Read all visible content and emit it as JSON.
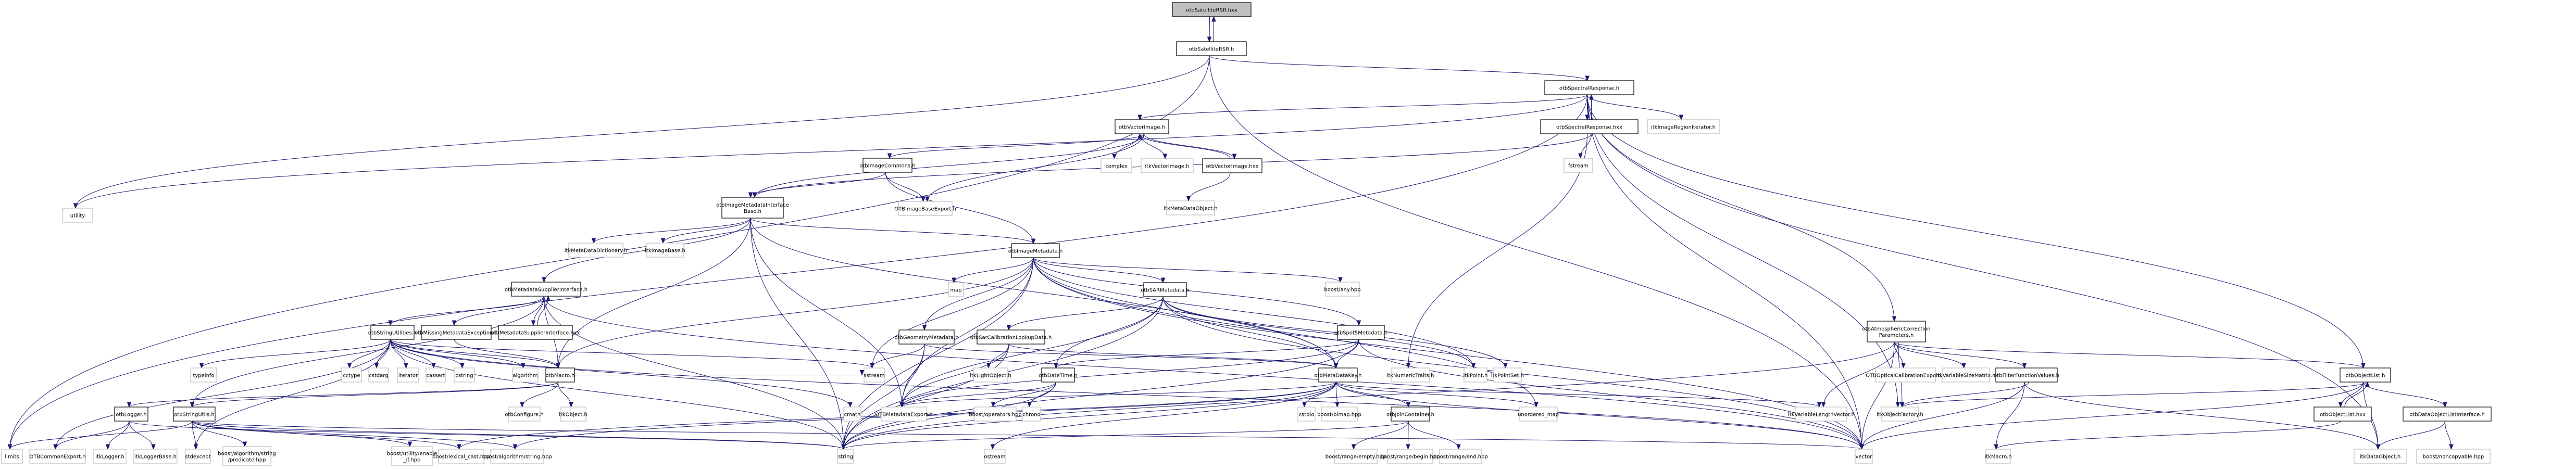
{
  "title": "otbSatelliteRSR.hxx include dependency graph",
  "colors": {
    "edge": "#191970",
    "root_fill": "#bfbfbf",
    "node_border": "#000000",
    "external_border": "#bfbfbf"
  },
  "nodes": [
    {
      "id": "n0",
      "label": "otbSatelliteRSR.hxx",
      "kind": "root"
    },
    {
      "id": "n1",
      "label": "otbSatelliteRSR.h",
      "kind": "primary"
    },
    {
      "id": "n2",
      "label": "otbSpectralResponse.h",
      "kind": "primary"
    },
    {
      "id": "n3",
      "label": "otbSpectralResponse.hxx",
      "kind": "primary"
    },
    {
      "id": "n4",
      "label": "itkImageRegionIterator.h",
      "kind": "external"
    },
    {
      "id": "n5",
      "label": "utility",
      "kind": "external"
    },
    {
      "id": "n6",
      "label": "limits",
      "kind": "external"
    },
    {
      "id": "n7",
      "label": "otbVectorImage.h",
      "kind": "primary"
    },
    {
      "id": "n8",
      "label": "complex",
      "kind": "external"
    },
    {
      "id": "n9",
      "label": "itkVectorImage.h",
      "kind": "external"
    },
    {
      "id": "n10",
      "label": "otbVectorImage.hxx",
      "kind": "primary"
    },
    {
      "id": "n11",
      "label": "itkMetaDataObject.h",
      "kind": "external"
    },
    {
      "id": "n12",
      "label": "fstream",
      "kind": "external"
    },
    {
      "id": "n13",
      "label": "otbImageCommons.h",
      "kind": "primary"
    },
    {
      "id": "n14",
      "label": "otbImageMetadataInterface\nBase.h",
      "kind": "primary"
    },
    {
      "id": "n15",
      "label": "OTBImageBaseExport.h",
      "kind": "external"
    },
    {
      "id": "n16",
      "label": "itkMetaDataDictionary.h",
      "kind": "external"
    },
    {
      "id": "n17",
      "label": "itkImageBase.h",
      "kind": "external"
    },
    {
      "id": "n18",
      "label": "otbImageMetadata.h",
      "kind": "primary"
    },
    {
      "id": "n19",
      "label": "map",
      "kind": "external"
    },
    {
      "id": "n20",
      "label": "otbSARMetadata.h",
      "kind": "primary"
    },
    {
      "id": "n21",
      "label": "boost/any.hpp",
      "kind": "external"
    },
    {
      "id": "n22",
      "label": "otbMetadataSupplierInterface.h",
      "kind": "primary"
    },
    {
      "id": "n23",
      "label": "otbStringUtilities.h",
      "kind": "primary"
    },
    {
      "id": "n24",
      "label": "otbMissingMetadataException.h",
      "kind": "primary"
    },
    {
      "id": "n25",
      "label": "otbMetadataSupplierInterface.hxx",
      "kind": "primary"
    },
    {
      "id": "n26",
      "label": "typeinfo",
      "kind": "external"
    },
    {
      "id": "n27",
      "label": "cctype",
      "kind": "external"
    },
    {
      "id": "n28",
      "label": "cstdarg",
      "kind": "external"
    },
    {
      "id": "n29",
      "label": "iterator",
      "kind": "external"
    },
    {
      "id": "n30",
      "label": "cassert",
      "kind": "external"
    },
    {
      "id": "n31",
      "label": "cstring",
      "kind": "external"
    },
    {
      "id": "n32",
      "label": "algorithm",
      "kind": "external"
    },
    {
      "id": "n33",
      "label": "otbMacro.h",
      "kind": "primary"
    },
    {
      "id": "n34",
      "label": "otbGeometryMetadata.h",
      "kind": "primary"
    },
    {
      "id": "n35",
      "label": "otbSarCalibrationLookupData.h",
      "kind": "primary"
    },
    {
      "id": "n36",
      "label": "otbSpot5Metadata.h",
      "kind": "primary"
    },
    {
      "id": "n37",
      "label": "sstream",
      "kind": "external"
    },
    {
      "id": "n38",
      "label": "itkLightObject.h",
      "kind": "external"
    },
    {
      "id": "n39",
      "label": "otbDateTime.h",
      "kind": "primary"
    },
    {
      "id": "n40",
      "label": "otbMetaDataKey.h",
      "kind": "primary"
    },
    {
      "id": "n41",
      "label": "itkNumericTraits.h",
      "kind": "external"
    },
    {
      "id": "n42",
      "label": "itkPoint.h",
      "kind": "external"
    },
    {
      "id": "n43",
      "label": "itkPointSet.h",
      "kind": "external"
    },
    {
      "id": "n44",
      "label": "otbLogger.h",
      "kind": "primary"
    },
    {
      "id": "n45",
      "label": "otbStringUtils.h",
      "kind": "primary"
    },
    {
      "id": "n46",
      "label": "cmath",
      "kind": "external"
    },
    {
      "id": "n47",
      "label": "OTBMetadataExport.h",
      "kind": "external"
    },
    {
      "id": "n48",
      "label": "boost/operators.hpp",
      "kind": "external"
    },
    {
      "id": "n49",
      "label": "chrono",
      "kind": "external"
    },
    {
      "id": "n50",
      "label": "cstdio",
      "kind": "external"
    },
    {
      "id": "n51",
      "label": "boost/bimap.hpp",
      "kind": "external"
    },
    {
      "id": "n52",
      "label": "otbJoinContainer.h",
      "kind": "primary"
    },
    {
      "id": "n53",
      "label": "unordered_map",
      "kind": "external"
    },
    {
      "id": "n54",
      "label": "itkVariableLengthVector.h",
      "kind": "external"
    },
    {
      "id": "n55",
      "label": "itkObjectFactory.h",
      "kind": "external"
    },
    {
      "id": "n56",
      "label": "otbConfigure.h",
      "kind": "external"
    },
    {
      "id": "n57",
      "label": "itkObject.h",
      "kind": "external"
    },
    {
      "id": "n58",
      "label": "otbAtmosphericCorrection\nParameters.h",
      "kind": "primary"
    },
    {
      "id": "n59",
      "label": "OTBOpticalCalibrationExport.h",
      "kind": "external"
    },
    {
      "id": "n60",
      "label": "itkVariableSizeMatrix.h",
      "kind": "external"
    },
    {
      "id": "n61",
      "label": "otbFilterFunctionValues.h",
      "kind": "primary"
    },
    {
      "id": "n62",
      "label": "otbObjectList.h",
      "kind": "primary"
    },
    {
      "id": "n63",
      "label": "otbObjectList.hxx",
      "kind": "primary"
    },
    {
      "id": "n64",
      "label": "otbDataObjectListInterface.h",
      "kind": "primary"
    },
    {
      "id": "n65",
      "label": "OTBCommonExport.h",
      "kind": "external"
    },
    {
      "id": "n66",
      "label": "itkLogger.h",
      "kind": "external"
    },
    {
      "id": "n67",
      "label": "itkLoggerBase.h",
      "kind": "external"
    },
    {
      "id": "n68",
      "label": "stdexcept",
      "kind": "external"
    },
    {
      "id": "n69",
      "label": "boost/algorithm/string\n/predicate.hpp",
      "kind": "external"
    },
    {
      "id": "n70",
      "label": "boost/utility/enable\n_if.hpp",
      "kind": "external"
    },
    {
      "id": "n71",
      "label": "boost/lexical_cast.hpp",
      "kind": "external"
    },
    {
      "id": "n72",
      "label": "boost/algorithm/string.hpp",
      "kind": "external"
    },
    {
      "id": "n73",
      "label": "string",
      "kind": "external"
    },
    {
      "id": "n74",
      "label": "ostream",
      "kind": "external"
    },
    {
      "id": "n75",
      "label": "boost/range/empty.hpp",
      "kind": "external"
    },
    {
      "id": "n76",
      "label": "boost/range/begin.hpp",
      "kind": "external"
    },
    {
      "id": "n77",
      "label": "boost/range/end.hpp",
      "kind": "external"
    },
    {
      "id": "n78",
      "label": "vector",
      "kind": "external"
    },
    {
      "id": "n79",
      "label": "itkMacro.h",
      "kind": "external"
    },
    {
      "id": "n80",
      "label": "itkDataObject.h",
      "kind": "external"
    },
    {
      "id": "n81",
      "label": "boost/noncopyable.hpp",
      "kind": "external"
    }
  ],
  "edges": [
    [
      "n0",
      "n1"
    ],
    [
      "n1",
      "n0"
    ],
    [
      "n1",
      "n2"
    ],
    [
      "n1",
      "n5"
    ],
    [
      "n1",
      "n6"
    ],
    [
      "n1",
      "n78"
    ],
    [
      "n2",
      "n3"
    ],
    [
      "n3",
      "n2"
    ],
    [
      "n2",
      "n4"
    ],
    [
      "n2",
      "n7"
    ],
    [
      "n2",
      "n58"
    ],
    [
      "n2",
      "n5"
    ],
    [
      "n2",
      "n6"
    ],
    [
      "n2",
      "n78"
    ],
    [
      "n2",
      "n55"
    ],
    [
      "n2",
      "n80"
    ],
    [
      "n2",
      "n62"
    ],
    [
      "n3",
      "n12"
    ],
    [
      "n3",
      "n41"
    ],
    [
      "n3",
      "n14"
    ],
    [
      "n7",
      "n13"
    ],
    [
      "n7",
      "n8"
    ],
    [
      "n7",
      "n9"
    ],
    [
      "n7",
      "n10"
    ],
    [
      "n10",
      "n7"
    ],
    [
      "n7",
      "n15"
    ],
    [
      "n7",
      "n14"
    ],
    [
      "n10",
      "n11"
    ],
    [
      "n13",
      "n14"
    ],
    [
      "n13",
      "n15"
    ],
    [
      "n13",
      "n18"
    ],
    [
      "n14",
      "n16"
    ],
    [
      "n14",
      "n17"
    ],
    [
      "n14",
      "n22"
    ],
    [
      "n14",
      "n18"
    ],
    [
      "n14",
      "n47"
    ],
    [
      "n14",
      "n73"
    ],
    [
      "n14",
      "n40"
    ],
    [
      "n14",
      "n33"
    ],
    [
      "n18",
      "n19"
    ],
    [
      "n18",
      "n20"
    ],
    [
      "n18",
      "n21"
    ],
    [
      "n18",
      "n34"
    ],
    [
      "n18",
      "n36"
    ],
    [
      "n18",
      "n40"
    ],
    [
      "n18",
      "n37"
    ],
    [
      "n18",
      "n47"
    ],
    [
      "n18",
      "n73"
    ],
    [
      "n18",
      "n78"
    ],
    [
      "n18",
      "n53"
    ],
    [
      "n18",
      "n33"
    ],
    [
      "n18",
      "n42"
    ],
    [
      "n20",
      "n35"
    ],
    [
      "n20",
      "n39"
    ],
    [
      "n20",
      "n40"
    ],
    [
      "n20",
      "n47"
    ],
    [
      "n20",
      "n73"
    ],
    [
      "n20",
      "n78"
    ],
    [
      "n20",
      "n43"
    ],
    [
      "n20",
      "n42"
    ],
    [
      "n22",
      "n23"
    ],
    [
      "n22",
      "n24"
    ],
    [
      "n22",
      "n25"
    ],
    [
      "n25",
      "n22"
    ],
    [
      "n22",
      "n45"
    ],
    [
      "n22",
      "n73"
    ],
    [
      "n22",
      "n33"
    ],
    [
      "n22",
      "n78"
    ],
    [
      "n23",
      "n26"
    ],
    [
      "n23",
      "n27"
    ],
    [
      "n23",
      "n28"
    ],
    [
      "n23",
      "n29"
    ],
    [
      "n23",
      "n30"
    ],
    [
      "n23",
      "n31"
    ],
    [
      "n23",
      "n32"
    ],
    [
      "n23",
      "n33"
    ],
    [
      "n23",
      "n73"
    ],
    [
      "n23",
      "n78"
    ],
    [
      "n23",
      "n68"
    ],
    [
      "n23",
      "n65"
    ],
    [
      "n23",
      "n46"
    ],
    [
      "n23",
      "n37"
    ],
    [
      "n24",
      "n33"
    ],
    [
      "n33",
      "n56"
    ],
    [
      "n33",
      "n57"
    ],
    [
      "n33",
      "n44"
    ],
    [
      "n33",
      "n45"
    ],
    [
      "n33",
      "n37"
    ],
    [
      "n34",
      "n37"
    ],
    [
      "n34",
      "n47"
    ],
    [
      "n34",
      "n73"
    ],
    [
      "n34",
      "n40"
    ],
    [
      "n35",
      "n38"
    ],
    [
      "n35",
      "n47"
    ],
    [
      "n35",
      "n73"
    ],
    [
      "n35",
      "n40"
    ],
    [
      "n36",
      "n40"
    ],
    [
      "n36",
      "n39"
    ],
    [
      "n36",
      "n47"
    ],
    [
      "n36",
      "n73"
    ],
    [
      "n36",
      "n78"
    ],
    [
      "n39",
      "n48"
    ],
    [
      "n39",
      "n49"
    ],
    [
      "n39",
      "n47"
    ],
    [
      "n39",
      "n73"
    ],
    [
      "n40",
      "n50"
    ],
    [
      "n40",
      "n51"
    ],
    [
      "n40",
      "n52"
    ],
    [
      "n40",
      "n73"
    ],
    [
      "n40",
      "n47"
    ],
    [
      "n40",
      "n53"
    ],
    [
      "n40",
      "n54"
    ],
    [
      "n40",
      "n78"
    ],
    [
      "n40",
      "n74"
    ],
    [
      "n40",
      "n71"
    ],
    [
      "n40",
      "n72"
    ],
    [
      "n52",
      "n75"
    ],
    [
      "n52",
      "n76"
    ],
    [
      "n52",
      "n77"
    ],
    [
      "n52",
      "n73"
    ],
    [
      "n44",
      "n65"
    ],
    [
      "n44",
      "n66"
    ],
    [
      "n44",
      "n67"
    ],
    [
      "n44",
      "n73"
    ],
    [
      "n45",
      "n6"
    ],
    [
      "n45",
      "n68"
    ],
    [
      "n45",
      "n69"
    ],
    [
      "n45",
      "n70"
    ],
    [
      "n45",
      "n71"
    ],
    [
      "n45",
      "n72"
    ],
    [
      "n45",
      "n73"
    ],
    [
      "n45",
      "n78"
    ],
    [
      "n58",
      "n59"
    ],
    [
      "n58",
      "n60"
    ],
    [
      "n58",
      "n61"
    ],
    [
      "n58",
      "n62"
    ],
    [
      "n58",
      "n54"
    ],
    [
      "n58",
      "n55"
    ],
    [
      "n58",
      "n78"
    ],
    [
      "n58",
      "n73"
    ],
    [
      "n61",
      "n55"
    ],
    [
      "n61",
      "n78"
    ],
    [
      "n61",
      "n79"
    ],
    [
      "n61",
      "n80"
    ],
    [
      "n62",
      "n63"
    ],
    [
      "n63",
      "n62"
    ],
    [
      "n62",
      "n64"
    ],
    [
      "n62",
      "n80"
    ],
    [
      "n62",
      "n78"
    ],
    [
      "n62",
      "n55"
    ],
    [
      "n63",
      "n79"
    ],
    [
      "n64",
      "n80"
    ],
    [
      "n64",
      "n81"
    ]
  ]
}
